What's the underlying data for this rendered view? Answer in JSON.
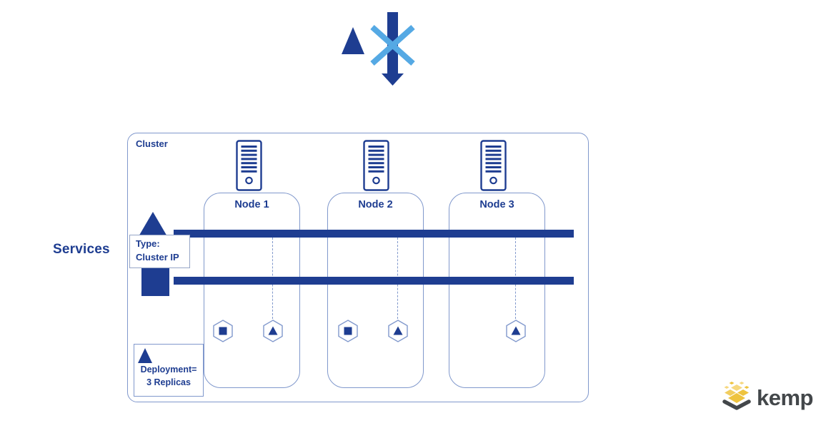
{
  "colors": {
    "navy": "#1e3d91",
    "light_border_blue": "#8098cc",
    "cross_blue": "#55a9e4",
    "kemp_yellow": "#eec33e",
    "kemp_yellow_light": "#f6d87f",
    "kemp_gray": "#43474a"
  },
  "diagram": {
    "services_label": "Services",
    "cluster_label": "Cluster",
    "type_box": {
      "line1": "Type:",
      "line2": "Cluster IP"
    },
    "deployment_box": {
      "line1": "Deployment=",
      "line2": "3 Replicas"
    },
    "nodes": [
      {
        "label": "Node 1",
        "pods": [
          "square",
          "triangle"
        ]
      },
      {
        "label": "Node 2",
        "pods": [
          "square",
          "triangle"
        ]
      },
      {
        "label": "Node 3",
        "pods": [
          "triangle"
        ]
      }
    ],
    "top_icon_meaning": "direct-external-access-blocked"
  },
  "logo": {
    "text": "kemp"
  }
}
